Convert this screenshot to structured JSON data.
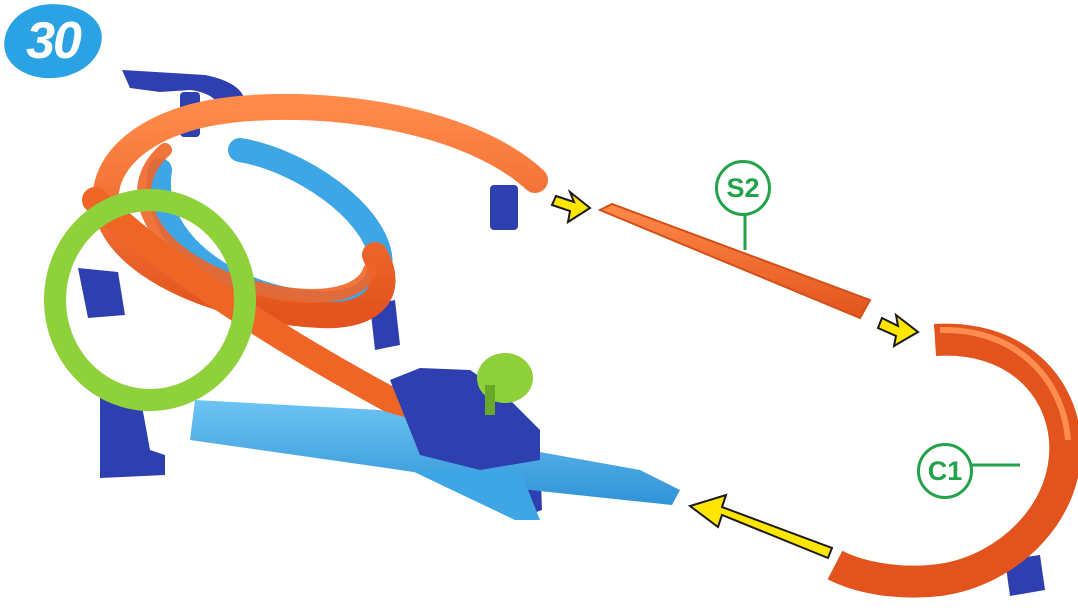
{
  "step": {
    "number": "30",
    "badge_color": "#2aa2e3"
  },
  "parts": [
    {
      "code": "S2",
      "piece": "straight-track",
      "color": "#f06a2c"
    },
    {
      "code": "C1",
      "piece": "curved-track",
      "color": "#f06a2c"
    }
  ],
  "colors": {
    "label_green": "#22a34a",
    "arrow_yellow": "#ffe600",
    "track_orange": "#f06a2c",
    "track_blue": "#3fa6e6",
    "track_green": "#8fd13b",
    "support_blue": "#2e3fb0"
  },
  "arrows": [
    "arrow-right",
    "arrow-down-right",
    "arrow-up-left"
  ]
}
